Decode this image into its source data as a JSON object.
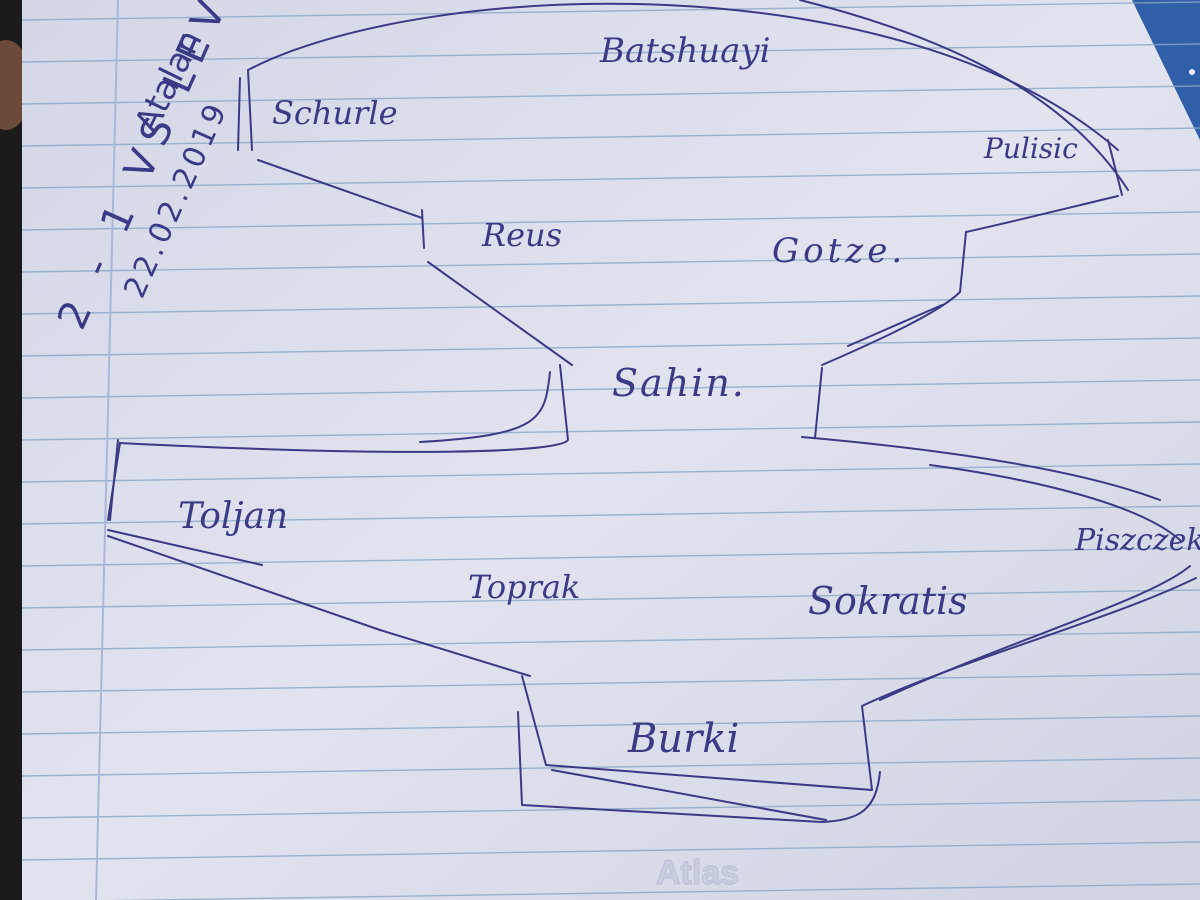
{
  "notebook": {
    "paper_color": "#dde0ec",
    "rule_color": "#8aa6c7",
    "margin_color": "#a9b8d8",
    "ink_color": "#3a3a86",
    "footer_brand": "Atlas"
  },
  "annotation": {
    "match_line": "2 - 1 VS LEV",
    "date_line": "22.02.2019",
    "venue": "Atalan"
  },
  "formation": {
    "players": [
      {
        "id": "batshuayi",
        "name": "Batshuayi"
      },
      {
        "id": "schurle",
        "name": "Schurle"
      },
      {
        "id": "pulisic",
        "name": "Pulisic"
      },
      {
        "id": "reus",
        "name": "Reus"
      },
      {
        "id": "gotze",
        "name": "Gotze."
      },
      {
        "id": "sahin",
        "name": "Sahin."
      },
      {
        "id": "toljan",
        "name": "Toljan"
      },
      {
        "id": "piszczek",
        "name": "Piszczek"
      },
      {
        "id": "toprak",
        "name": "Toprak"
      },
      {
        "id": "sokratis",
        "name": "Sokratis"
      },
      {
        "id": "burki",
        "name": "Burki"
      }
    ]
  }
}
